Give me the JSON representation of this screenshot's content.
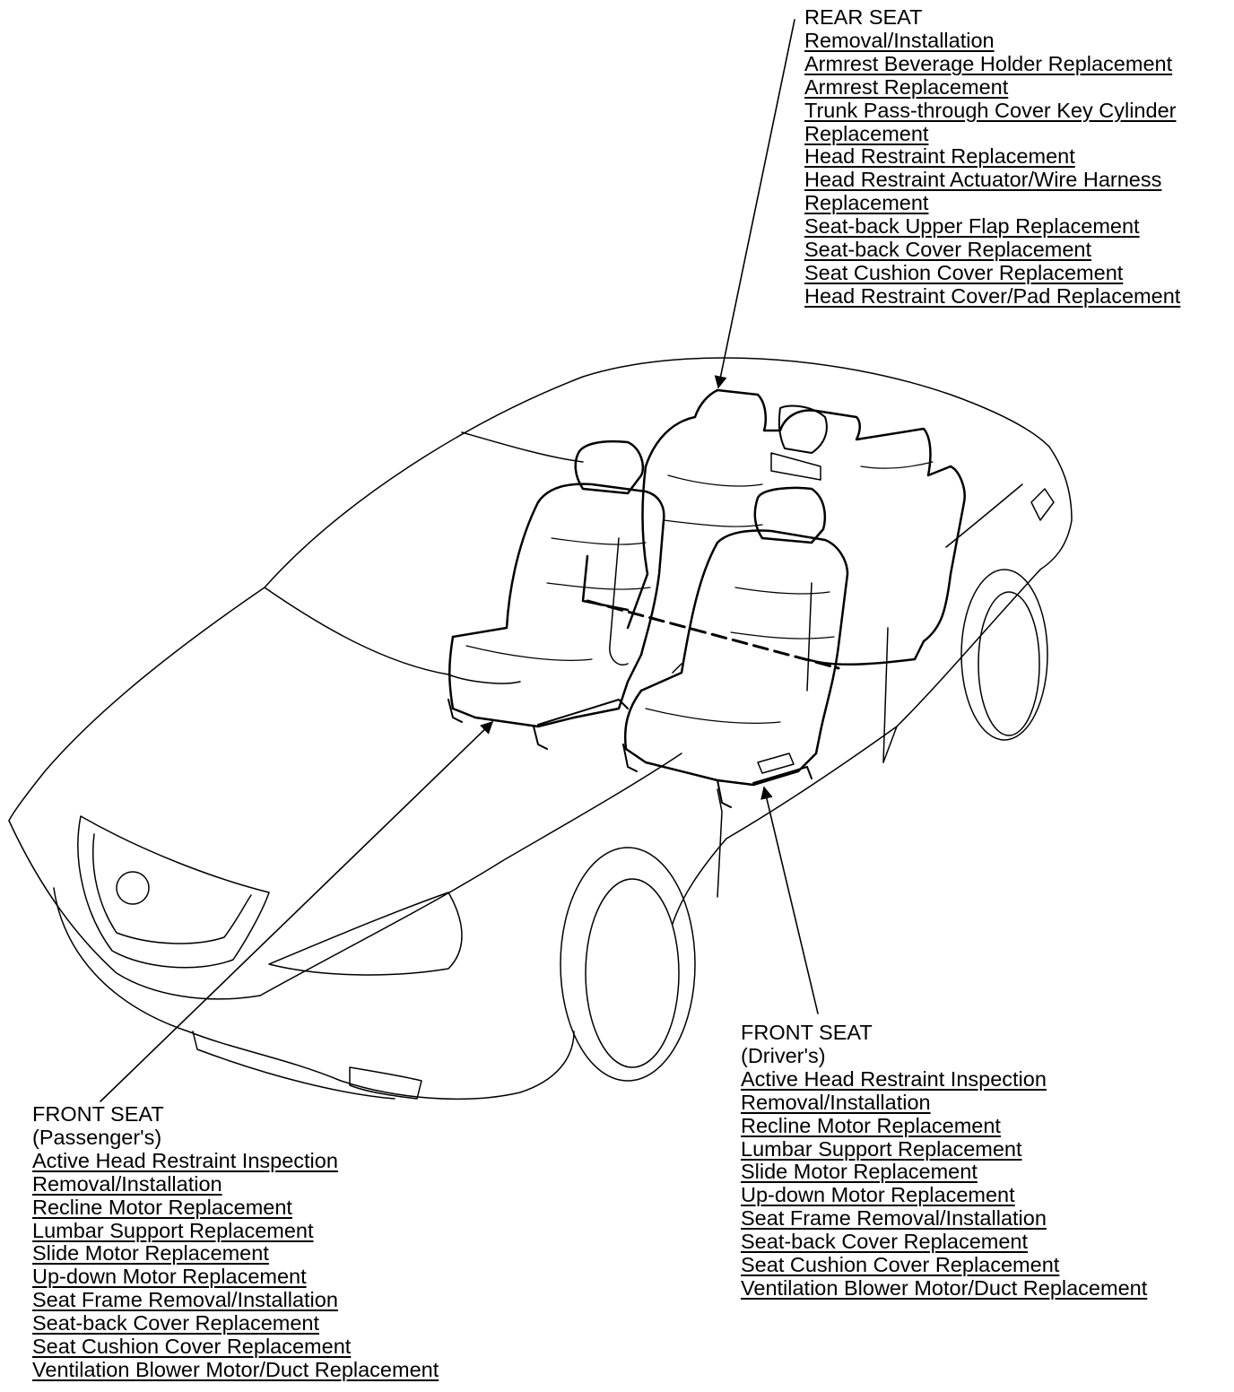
{
  "callouts": {
    "rear": {
      "title": "REAR SEAT",
      "links": [
        "Removal/Installation",
        "Armrest Beverage Holder Replacement",
        "Armrest Replacement",
        "Trunk Pass-through Cover Key Cylinder",
        "Replacement",
        "Head Restraint Replacement",
        "Head Restraint Actuator/Wire Harness",
        "Replacement",
        "Seat-back Upper Flap Replacement",
        "Seat-back Cover Replacement",
        "Seat Cushion Cover Replacement",
        "Head Restraint Cover/Pad Replacement"
      ]
    },
    "driver": {
      "title": "FRONT SEAT",
      "subtitle": "(Driver's)",
      "links": [
        "Active Head Restraint Inspection",
        "Removal/Installation",
        "Recline Motor Replacement",
        "Lumbar Support Replacement",
        "Slide Motor Replacement",
        "Up-down Motor Replacement",
        "Seat Frame Removal/Installation",
        "Seat-back Cover Replacement",
        "Seat Cushion Cover Replacement",
        "Ventilation Blower Motor/Duct Replacement"
      ]
    },
    "passenger": {
      "title": "FRONT SEAT",
      "subtitle": "(Passenger's)",
      "links": [
        "Active Head Restraint Inspection",
        "Removal/Installation",
        "Recline Motor Replacement",
        "Lumbar Support Replacement",
        "Slide Motor Replacement",
        "Up-down Motor Replacement",
        "Seat Frame Removal/Installation",
        "Seat-back Cover Replacement",
        "Seat Cushion Cover Replacement",
        "Ventilation Blower Motor/Duct Replacement"
      ]
    }
  }
}
